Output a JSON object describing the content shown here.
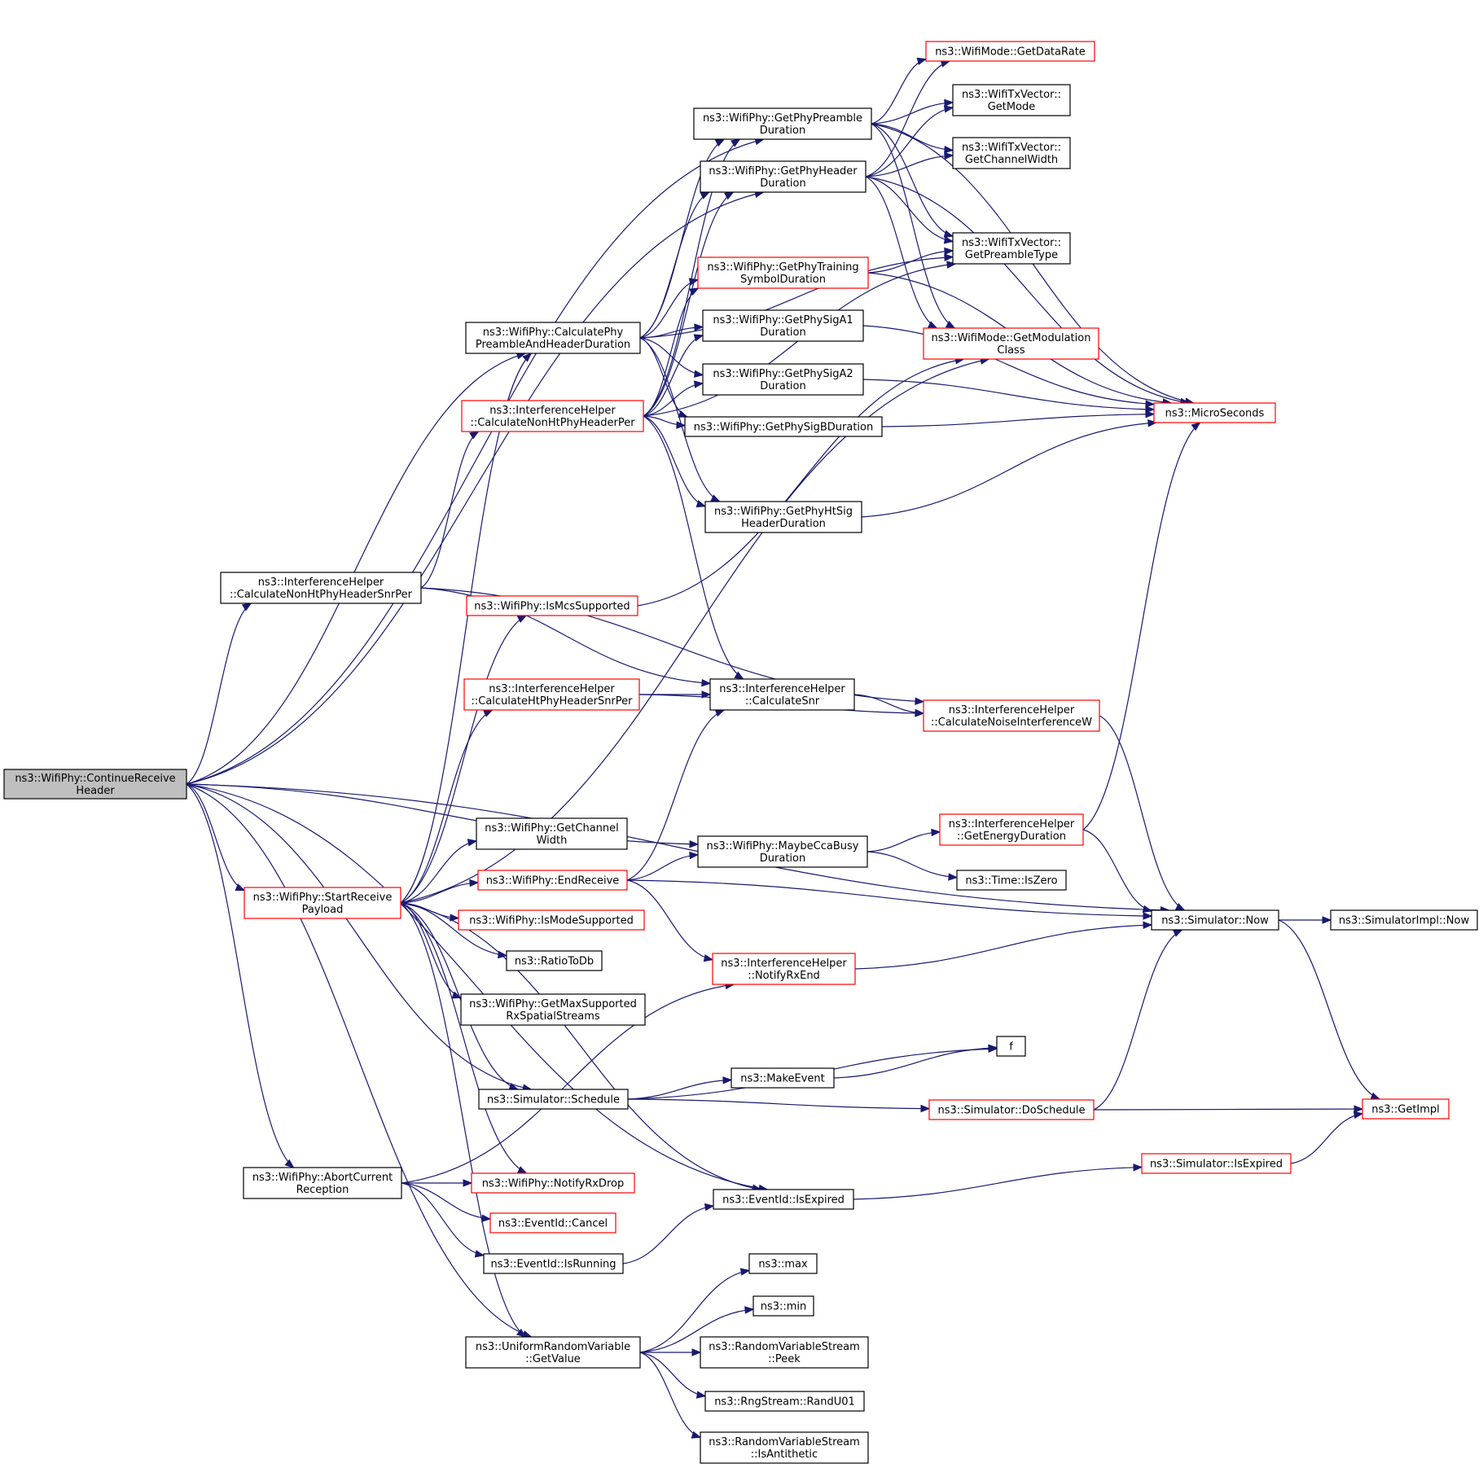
{
  "graph": {
    "direction": "left-to-right",
    "edge_color": "#191970",
    "node_border_black": "#000000",
    "node_border_red": "#ff0000",
    "focus_fill": "#bfbfbf",
    "nodes": [
      {
        "id": "crh",
        "lines": [
          "ns3::WifiPhy::ContinueReceive",
          "Header"
        ],
        "style": "focus"
      },
      {
        "id": "gpreamble",
        "lines": [
          "ns3::WifiPhy::GetPhyPreamble",
          "Duration"
        ],
        "style": "black"
      },
      {
        "id": "gheader",
        "lines": [
          "ns3::WifiPhy::GetPhyHeader",
          "Duration"
        ],
        "style": "black"
      },
      {
        "id": "gtraining",
        "lines": [
          "ns3::WifiPhy::GetPhyTraining",
          "SymbolDuration"
        ],
        "style": "red"
      },
      {
        "id": "cpah",
        "lines": [
          "ns3::WifiPhy::CalculatePhy",
          "PreambleAndHeaderDuration"
        ],
        "style": "black"
      },
      {
        "id": "gsiga1",
        "lines": [
          "ns3::WifiPhy::GetPhySigA1",
          "Duration"
        ],
        "style": "black"
      },
      {
        "id": "gsiga2",
        "lines": [
          "ns3::WifiPhy::GetPhySigA2",
          "Duration"
        ],
        "style": "black"
      },
      {
        "id": "gsigb",
        "lines": [
          "ns3::WifiPhy::GetPhySigBDuration"
        ],
        "style": "black"
      },
      {
        "id": "ghtsig",
        "lines": [
          "ns3::WifiPhy::GetPhyHtSig",
          "HeaderDuration"
        ],
        "style": "black"
      },
      {
        "id": "cnhper",
        "lines": [
          "ns3::InterferenceHelper",
          "::CalculateNonHtPhyHeaderPer"
        ],
        "style": "red"
      },
      {
        "id": "cnhsnr",
        "lines": [
          "ns3::InterferenceHelper",
          "::CalculateNonHtPhyHeaderSnrPer"
        ],
        "style": "black"
      },
      {
        "id": "ismcs",
        "lines": [
          "ns3::WifiPhy::IsMcsSupported"
        ],
        "style": "red"
      },
      {
        "id": "chtsnr",
        "lines": [
          "ns3::InterferenceHelper",
          "::CalculateHtPhyHeaderSnrPer"
        ],
        "style": "red"
      },
      {
        "id": "csnr",
        "lines": [
          "ns3::InterferenceHelper",
          "::CalculateSnr"
        ],
        "style": "black"
      },
      {
        "id": "cniw",
        "lines": [
          "ns3::InterferenceHelper",
          "::CalculateNoiseInterferenceW"
        ],
        "style": "red"
      },
      {
        "id": "gdatarate",
        "lines": [
          "ns3::WifiMode::GetDataRate"
        ],
        "style": "red"
      },
      {
        "id": "getmode",
        "lines": [
          "ns3::WifiTxVector::",
          "GetMode"
        ],
        "style": "black"
      },
      {
        "id": "getcw",
        "lines": [
          "ns3::WifiTxVector::",
          "GetChannelWidth"
        ],
        "style": "black"
      },
      {
        "id": "getpt",
        "lines": [
          "ns3::WifiTxVector::",
          "GetPreambleType"
        ],
        "style": "black"
      },
      {
        "id": "getmodcls",
        "lines": [
          "ns3::WifiMode::GetModulation",
          "Class"
        ],
        "style": "red"
      },
      {
        "id": "micro",
        "lines": [
          "ns3::MicroSeconds"
        ],
        "style": "red"
      },
      {
        "id": "startrp",
        "lines": [
          "ns3::WifiPhy::StartReceive",
          "Payload"
        ],
        "style": "red"
      },
      {
        "id": "getchw",
        "lines": [
          "ns3::WifiPhy::GetChannel",
          "Width"
        ],
        "style": "black"
      },
      {
        "id": "endrx",
        "lines": [
          "ns3::WifiPhy::EndReceive"
        ],
        "style": "red"
      },
      {
        "id": "maybecca",
        "lines": [
          "ns3::WifiPhy::MaybeCcaBusy",
          "Duration"
        ],
        "style": "black"
      },
      {
        "id": "getenergy",
        "lines": [
          "ns3::InterferenceHelper",
          "::GetEnergyDuration"
        ],
        "style": "red"
      },
      {
        "id": "iszero",
        "lines": [
          "ns3::Time::IsZero"
        ],
        "style": "black"
      },
      {
        "id": "ismodesup",
        "lines": [
          "ns3::WifiPhy::IsModeSupported"
        ],
        "style": "red"
      },
      {
        "id": "simnow",
        "lines": [
          "ns3::Simulator::Now"
        ],
        "style": "black"
      },
      {
        "id": "simimplnow",
        "lines": [
          "ns3::SimulatorImpl::Now"
        ],
        "style": "black"
      },
      {
        "id": "ratiotodb",
        "lines": [
          "ns3::RatioToDb"
        ],
        "style": "black"
      },
      {
        "id": "notifyrxend",
        "lines": [
          "ns3::InterferenceHelper",
          "::NotifyRxEnd"
        ],
        "style": "red"
      },
      {
        "id": "getmaxss",
        "lines": [
          "ns3::WifiPhy::GetMaxSupported",
          "RxSpatialStreams"
        ],
        "style": "black"
      },
      {
        "id": "f",
        "lines": [
          "f"
        ],
        "style": "black"
      },
      {
        "id": "makeevent",
        "lines": [
          "ns3::MakeEvent"
        ],
        "style": "black"
      },
      {
        "id": "schedule",
        "lines": [
          "ns3::Simulator::Schedule"
        ],
        "style": "black"
      },
      {
        "id": "doschedule",
        "lines": [
          "ns3::Simulator::DoSchedule"
        ],
        "style": "red"
      },
      {
        "id": "getimpl",
        "lines": [
          "ns3::GetImpl"
        ],
        "style": "red"
      },
      {
        "id": "abortcur",
        "lines": [
          "ns3::WifiPhy::AbortCurrent",
          "Reception"
        ],
        "style": "black"
      },
      {
        "id": "notifyrxdrop",
        "lines": [
          "ns3::WifiPhy::NotifyRxDrop"
        ],
        "style": "red"
      },
      {
        "id": "simisexpired",
        "lines": [
          "ns3::Simulator::IsExpired"
        ],
        "style": "red"
      },
      {
        "id": "evisexpired",
        "lines": [
          "ns3::EventId::IsExpired"
        ],
        "style": "black"
      },
      {
        "id": "evcancel",
        "lines": [
          "ns3::EventId::Cancel"
        ],
        "style": "red"
      },
      {
        "id": "evisrunning",
        "lines": [
          "ns3::EventId::IsRunning"
        ],
        "style": "black"
      },
      {
        "id": "max",
        "lines": [
          "ns3::max"
        ],
        "style": "black"
      },
      {
        "id": "min",
        "lines": [
          "ns3::min"
        ],
        "style": "black"
      },
      {
        "id": "urvget",
        "lines": [
          "ns3::UniformRandomVariable",
          "::GetValue"
        ],
        "style": "black"
      },
      {
        "id": "rvspeek",
        "lines": [
          "ns3::RandomVariableStream",
          "::Peek"
        ],
        "style": "black"
      },
      {
        "id": "randu01",
        "lines": [
          "ns3::RngStream::RandU01"
        ],
        "style": "black"
      },
      {
        "id": "isanti",
        "lines": [
          "ns3::RandomVariableStream",
          "::IsAntithetic"
        ],
        "style": "black"
      }
    ],
    "edges": [
      [
        "crh",
        "gpreamble"
      ],
      [
        "crh",
        "gheader"
      ],
      [
        "crh",
        "cpah"
      ],
      [
        "crh",
        "cnhsnr"
      ],
      [
        "crh",
        "simnow"
      ],
      [
        "crh",
        "maybecca"
      ],
      [
        "crh",
        "startrp"
      ],
      [
        "crh",
        "schedule"
      ],
      [
        "crh",
        "abortcur"
      ],
      [
        "crh",
        "evisexpired"
      ],
      [
        "crh",
        "urvget"
      ],
      [
        "gpreamble",
        "gdatarate"
      ],
      [
        "gpreamble",
        "getmode"
      ],
      [
        "gpreamble",
        "getcw"
      ],
      [
        "gpreamble",
        "getpt"
      ],
      [
        "gpreamble",
        "getmodcls"
      ],
      [
        "gpreamble",
        "micro"
      ],
      [
        "gheader",
        "gdatarate"
      ],
      [
        "gheader",
        "getmode"
      ],
      [
        "gheader",
        "getcw"
      ],
      [
        "gheader",
        "getpt"
      ],
      [
        "gheader",
        "getmodcls"
      ],
      [
        "gheader",
        "micro"
      ],
      [
        "gtraining",
        "getpt"
      ],
      [
        "gtraining",
        "micro"
      ],
      [
        "cpah",
        "gpreamble"
      ],
      [
        "cpah",
        "gheader"
      ],
      [
        "cpah",
        "gtraining"
      ],
      [
        "cpah",
        "gsiga1"
      ],
      [
        "cpah",
        "gsiga2"
      ],
      [
        "cpah",
        "gsigb"
      ],
      [
        "cpah",
        "ghtsig"
      ],
      [
        "cpah",
        "getpt"
      ],
      [
        "gsiga1",
        "micro"
      ],
      [
        "gsiga2",
        "micro"
      ],
      [
        "gsigb",
        "micro"
      ],
      [
        "ghtsig",
        "micro"
      ],
      [
        "cnhper",
        "gpreamble"
      ],
      [
        "cnhper",
        "gheader"
      ],
      [
        "cnhper",
        "gtraining"
      ],
      [
        "cnhper",
        "gsiga1"
      ],
      [
        "cnhper",
        "gsiga2"
      ],
      [
        "cnhper",
        "gsigb"
      ],
      [
        "cnhper",
        "ghtsig"
      ],
      [
        "cnhper",
        "getpt"
      ],
      [
        "cnhper",
        "csnr"
      ],
      [
        "cnhsnr",
        "cnhper"
      ],
      [
        "cnhsnr",
        "csnr"
      ],
      [
        "cnhsnr",
        "cniw"
      ],
      [
        "ismcs",
        "getmodcls"
      ],
      [
        "chtsnr",
        "csnr"
      ],
      [
        "chtsnr",
        "cniw"
      ],
      [
        "csnr",
        "cniw"
      ],
      [
        "cniw",
        "simnow"
      ],
      [
        "startrp",
        "cpah"
      ],
      [
        "startrp",
        "getmodcls"
      ],
      [
        "startrp",
        "ismcs"
      ],
      [
        "startrp",
        "chtsnr"
      ],
      [
        "startrp",
        "getchw"
      ],
      [
        "startrp",
        "endrx"
      ],
      [
        "startrp",
        "ismodesup"
      ],
      [
        "startrp",
        "ratiotodb"
      ],
      [
        "startrp",
        "getmaxss"
      ],
      [
        "startrp",
        "schedule"
      ],
      [
        "startrp",
        "notifyrxdrop"
      ],
      [
        "startrp",
        "evisexpired"
      ],
      [
        "startrp",
        "urvget"
      ],
      [
        "endrx",
        "csnr"
      ],
      [
        "endrx",
        "maybecca"
      ],
      [
        "endrx",
        "simnow"
      ],
      [
        "endrx",
        "notifyrxend"
      ],
      [
        "maybecca",
        "getenergy"
      ],
      [
        "maybecca",
        "iszero"
      ],
      [
        "getenergy",
        "micro"
      ],
      [
        "getenergy",
        "simnow"
      ],
      [
        "notifyrxend",
        "simnow"
      ],
      [
        "simnow",
        "simimplnow"
      ],
      [
        "simnow",
        "getimpl"
      ],
      [
        "schedule",
        "f"
      ],
      [
        "schedule",
        "makeevent"
      ],
      [
        "schedule",
        "doschedule"
      ],
      [
        "makeevent",
        "f"
      ],
      [
        "doschedule",
        "simnow"
      ],
      [
        "doschedule",
        "getimpl"
      ],
      [
        "simisexpired",
        "getimpl"
      ],
      [
        "abortcur",
        "notifyrxend"
      ],
      [
        "abortcur",
        "notifyrxdrop"
      ],
      [
        "abortcur",
        "evcancel"
      ],
      [
        "abortcur",
        "evisrunning"
      ],
      [
        "evisexpired",
        "simisexpired"
      ],
      [
        "evisrunning",
        "evisexpired"
      ],
      [
        "urvget",
        "max"
      ],
      [
        "urvget",
        "min"
      ],
      [
        "urvget",
        "rvspeek"
      ],
      [
        "urvget",
        "randu01"
      ],
      [
        "urvget",
        "isanti"
      ]
    ]
  }
}
